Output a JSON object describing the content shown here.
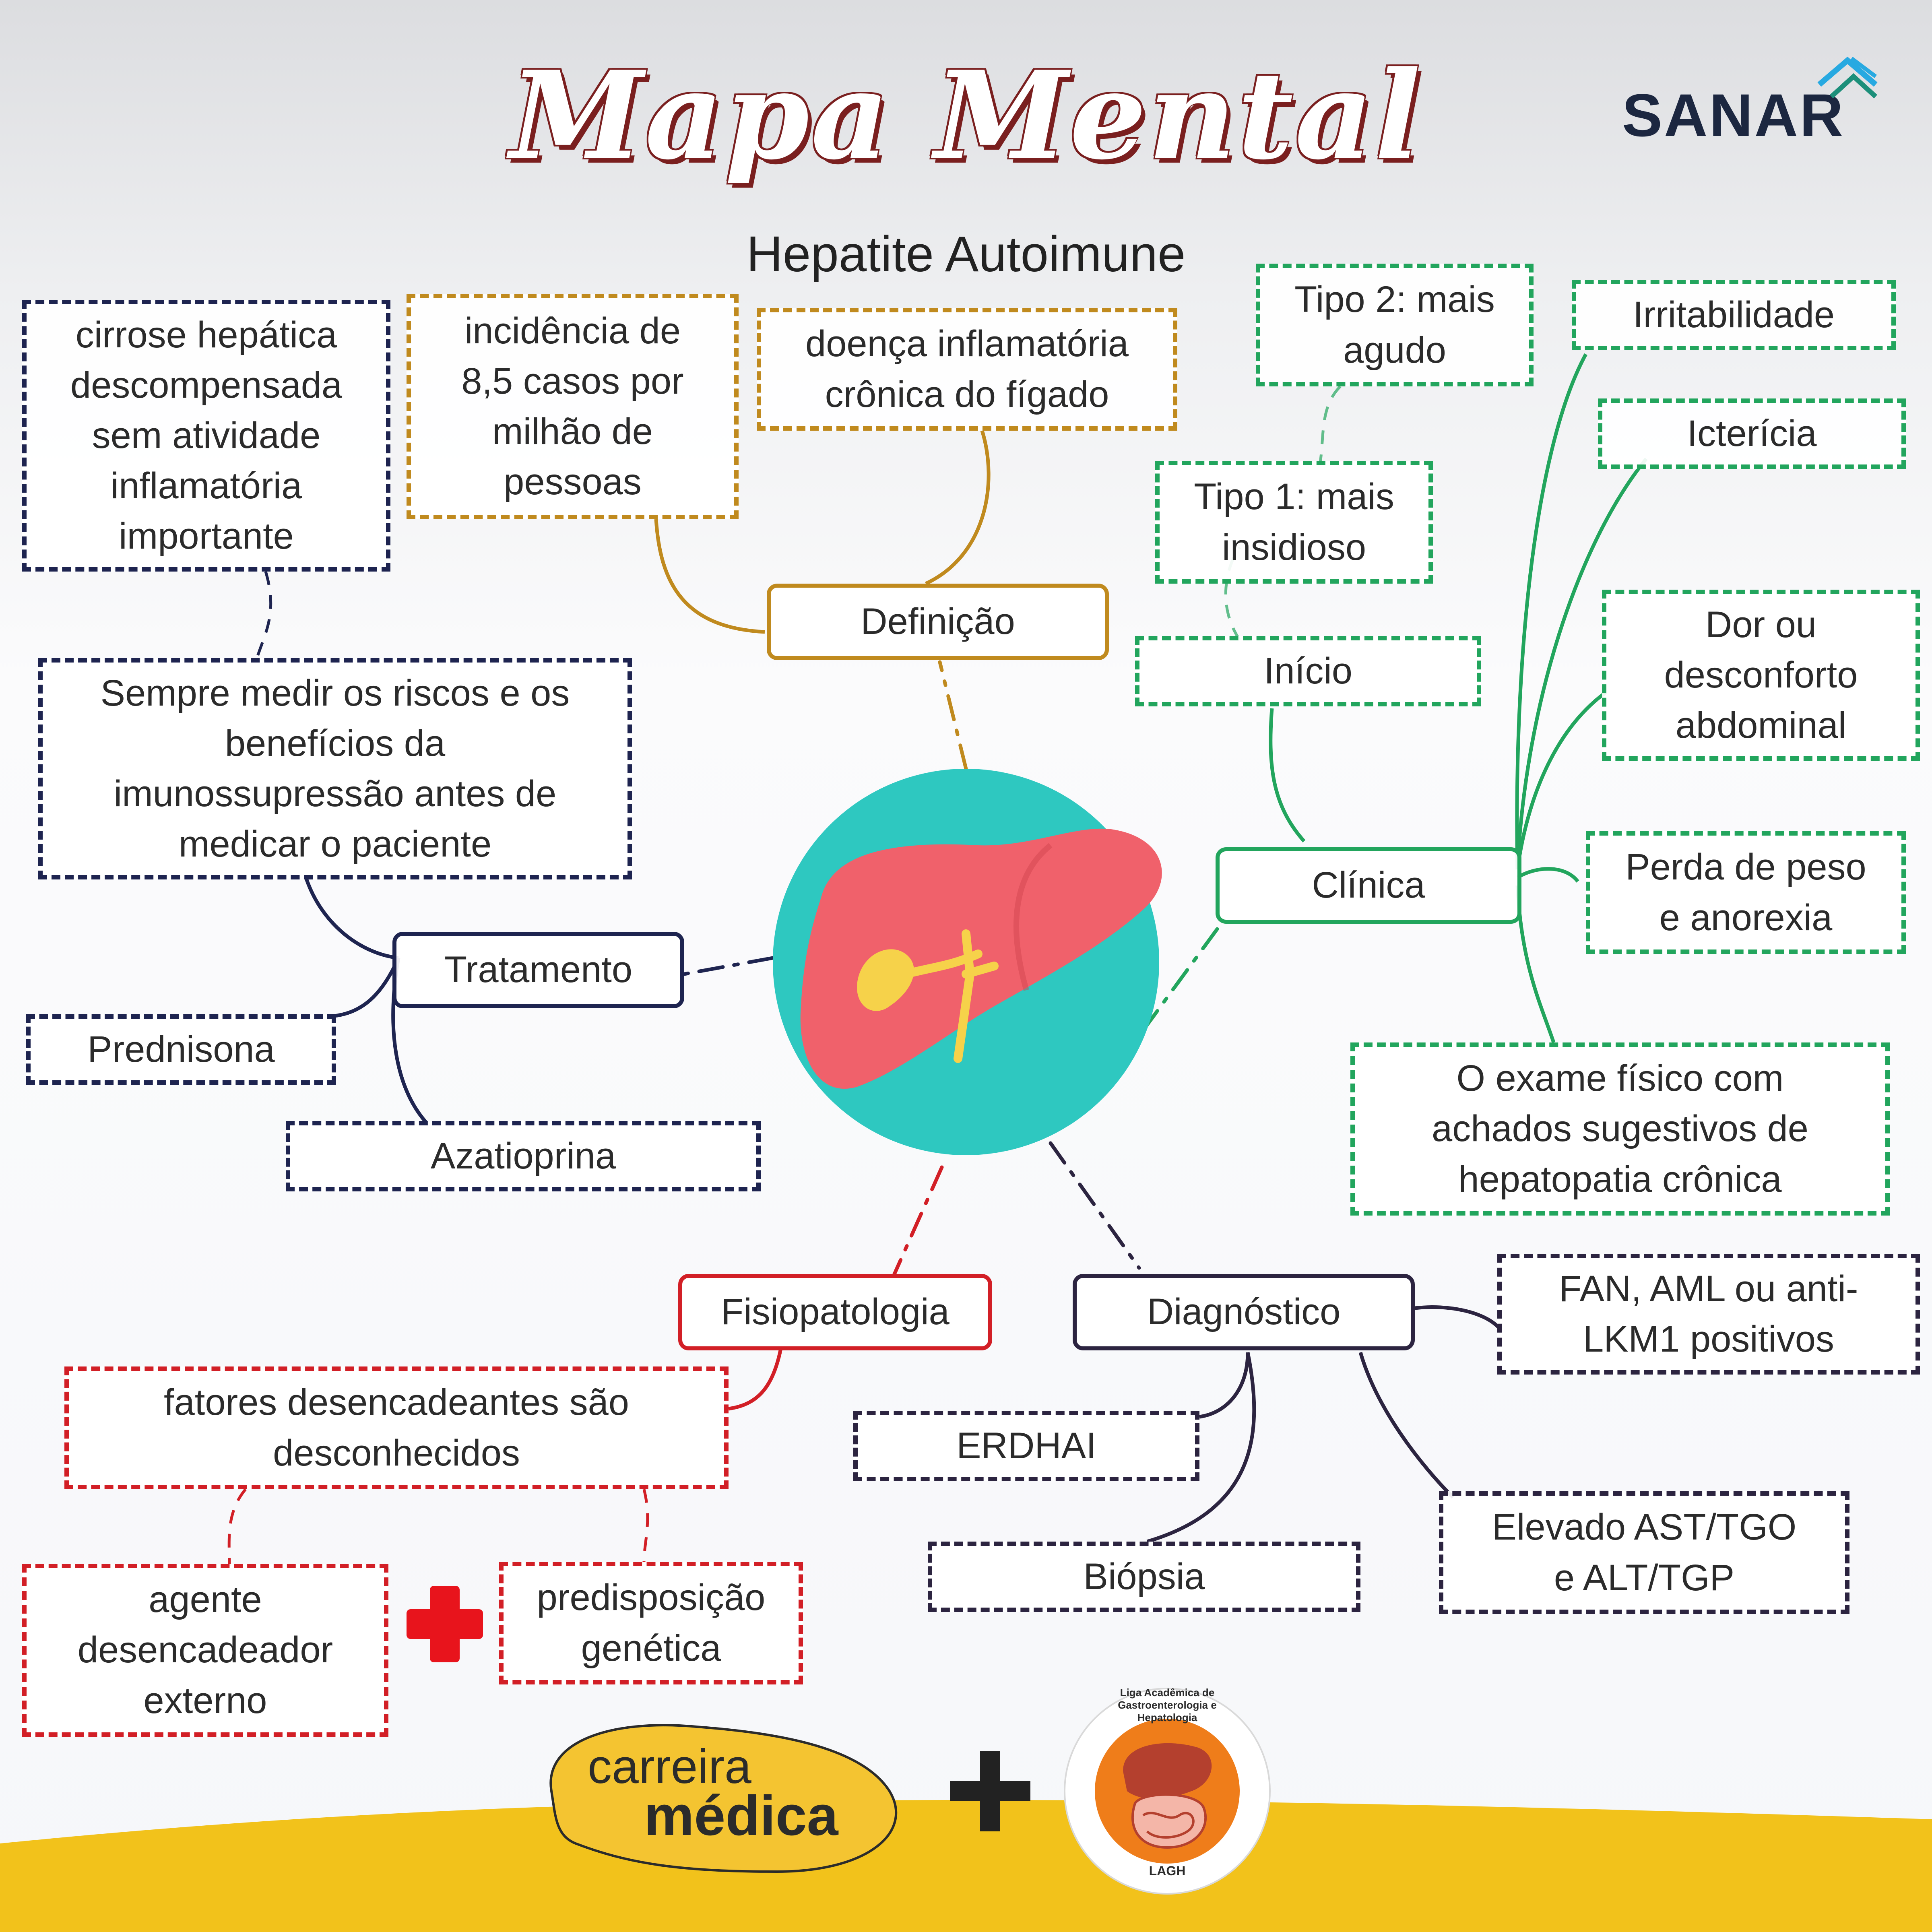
{
  "header": {
    "title": "Mapa Mental",
    "subtitle": "Hepatite Autoimune",
    "brand": "SANAR"
  },
  "center": {
    "icon": "liver-icon"
  },
  "nodes": {
    "definicao": "Definição",
    "clinica": "Clínica",
    "tratamento": "Tratamento",
    "fisiopatologia": "Fisiopatologia",
    "diagnostico": "Diagnóstico"
  },
  "definicao_items": {
    "incidencia": [
      "incidência de",
      "8,5 casos por",
      "milhão de",
      "pessoas"
    ],
    "doenca": [
      "doença inflamatória",
      "crônica do fígado"
    ]
  },
  "clinica_items": {
    "inicio": "Início",
    "tipo1": [
      "Tipo 1: mais",
      "insidioso"
    ],
    "tipo2": [
      "Tipo 2: mais",
      "agudo"
    ],
    "irritabilidade": "Irritabilidade",
    "ictericia": "Icterícia",
    "dor": [
      "Dor ou",
      "desconforto",
      "abdominal"
    ],
    "perda": [
      "Perda de peso",
      "e anorexia"
    ],
    "exame": [
      "O exame físico com",
      "achados sugestivos de",
      "hepatopatia crônica"
    ]
  },
  "tratamento_items": {
    "cirrose": [
      "cirrose hepática",
      "descompensada",
      "sem atividade",
      "inflamatória",
      "importante"
    ],
    "sempre": [
      "Sempre medir os riscos e os",
      "benefícios da",
      "imunossupressão antes de",
      "medicar o paciente"
    ],
    "prednisona": "Prednisona",
    "azatioprina": "Azatioprina"
  },
  "fisiopatologia_items": {
    "fatores": [
      "fatores desencadeantes são",
      "desconhecidos"
    ],
    "agente": [
      "agente",
      "desencadeador",
      "externo"
    ],
    "predisposicao": [
      "predisposição",
      "genética"
    ]
  },
  "diagnostico_items": {
    "fan": [
      "FAN, AML ou anti-",
      "LKM1 positivos"
    ],
    "erdhai": "ERDHAI",
    "biopsia": "Biópsia",
    "elevado": [
      "Elevado AST/TGO",
      "e ALT/TGP"
    ]
  },
  "footer": {
    "partner1_line1": "carreira",
    "partner1_line2": "médica",
    "partner2_ring": "Liga Acadêmica de Gastroenterologia e Hepatologia",
    "partner2_abbr": "LAGH"
  },
  "colors": {
    "navy": "#1e2450",
    "gold": "#c08a1e",
    "green": "#22a55d",
    "red": "#d21f26",
    "plum": "#2c2440",
    "teal": "#2ec8c0",
    "liver": "#f0616b",
    "yellow": "#f2c21b"
  }
}
